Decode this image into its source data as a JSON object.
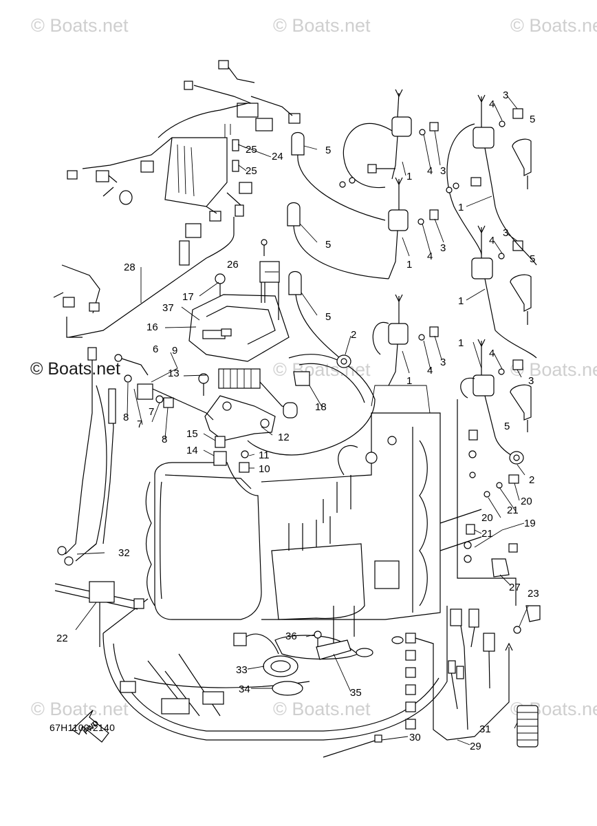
{
  "watermark": "© Boats.net",
  "diagram_code": "67H1100-2140",
  "fwd_label": "FWD",
  "callouts": [
    "1",
    "2",
    "3",
    "4",
    "5",
    "6",
    "7",
    "8",
    "9",
    "10",
    "11",
    "12",
    "13",
    "14",
    "15",
    "16",
    "17",
    "18",
    "19",
    "20",
    "21",
    "22",
    "23",
    "24",
    "25",
    "26",
    "27",
    "28",
    "29",
    "30",
    "31",
    "32",
    "33",
    "34",
    "35",
    "36",
    "37"
  ]
}
